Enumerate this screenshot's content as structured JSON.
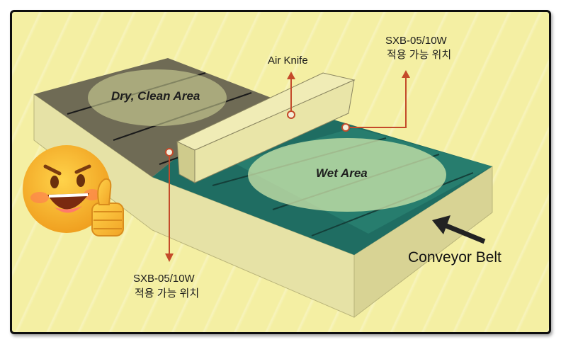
{
  "diagram": {
    "areas": {
      "dry": "Dry, Clean Area",
      "wet": "Wet Area"
    },
    "labels": {
      "air_knife": "Air Knife",
      "sxb_top_model": "SXB-05/10W",
      "sxb_top_desc": "적용 가능 위치",
      "sxb_bottom_model": "SXB-05/10W",
      "sxb_bottom_desc": "적용 가능 위치",
      "conveyor_belt": "Conveyor Belt"
    },
    "colors": {
      "background": "#f4efa3",
      "dry_surface": "#6e6a55",
      "wet_surface": "#1f6e63",
      "wet_surface_light": "#2f8c7a",
      "oval_fill": "#d8e8a8",
      "block_side": "#e4e0a0",
      "pointer": "#c44a2a"
    },
    "icons": [
      "thumbs-up-emoji-icon",
      "conveyor-direction-arrow-icon"
    ]
  }
}
